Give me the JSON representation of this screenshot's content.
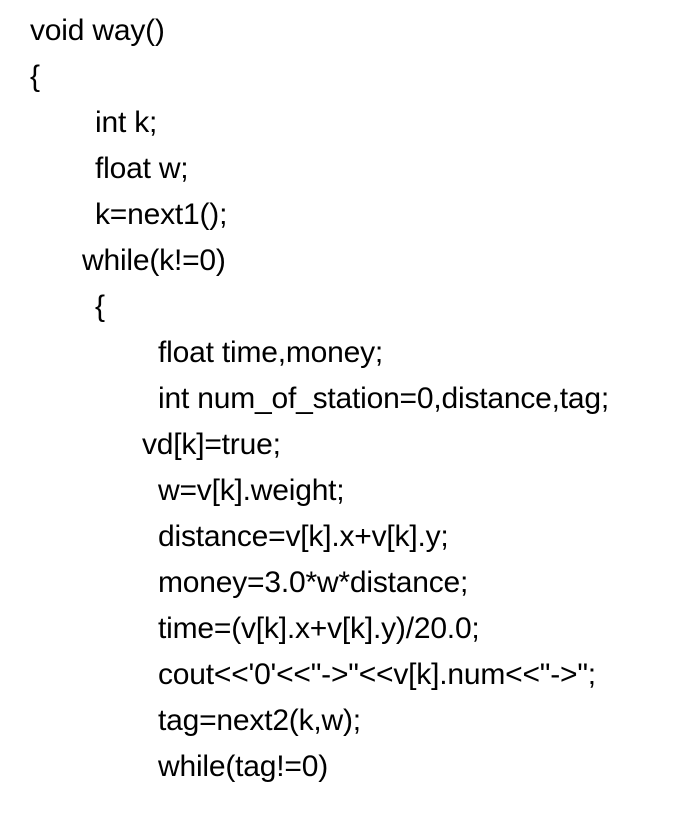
{
  "document": {
    "kind": "source-code-listing",
    "language": "C++",
    "background_color": "#ffffff",
    "text_color": "#000000",
    "function_name": "way",
    "line_count": 17,
    "lines": [
      {
        "n": 1,
        "indent": 0,
        "text": "void way()"
      },
      {
        "n": 2,
        "indent": 0,
        "text": "{"
      },
      {
        "n": 3,
        "indent": 2,
        "text": "int k;"
      },
      {
        "n": 4,
        "indent": 2,
        "text": "float w;"
      },
      {
        "n": 5,
        "indent": 2,
        "text": "k=next1();"
      },
      {
        "n": 6,
        "indent": 1,
        "text": "while(k!=0)"
      },
      {
        "n": 7,
        "indent": 2,
        "text": "{"
      },
      {
        "n": 8,
        "indent": 4,
        "text": "float time,money;"
      },
      {
        "n": 9,
        "indent": 4,
        "text": "int num_of_station=0,distance,tag;"
      },
      {
        "n": 10,
        "indent": 3,
        "text": "vd[k]=true;"
      },
      {
        "n": 11,
        "indent": 4,
        "text": "w=v[k].weight;"
      },
      {
        "n": 12,
        "indent": 4,
        "text": "distance=v[k].x+v[k].y;"
      },
      {
        "n": 13,
        "indent": 4,
        "text": "money=3.0*w*distance;"
      },
      {
        "n": 14,
        "indent": 4,
        "text": "time=(v[k].x+v[k].y)/20.0;"
      },
      {
        "n": 15,
        "indent": 4,
        "text": "cout<<'0'<<\"->\"<<v[k].num<<\"->\";"
      },
      {
        "n": 16,
        "indent": 4,
        "text": "tag=next2(k,w);"
      },
      {
        "n": 17,
        "indent": 4,
        "text": "while(tag!=0)"
      }
    ]
  }
}
